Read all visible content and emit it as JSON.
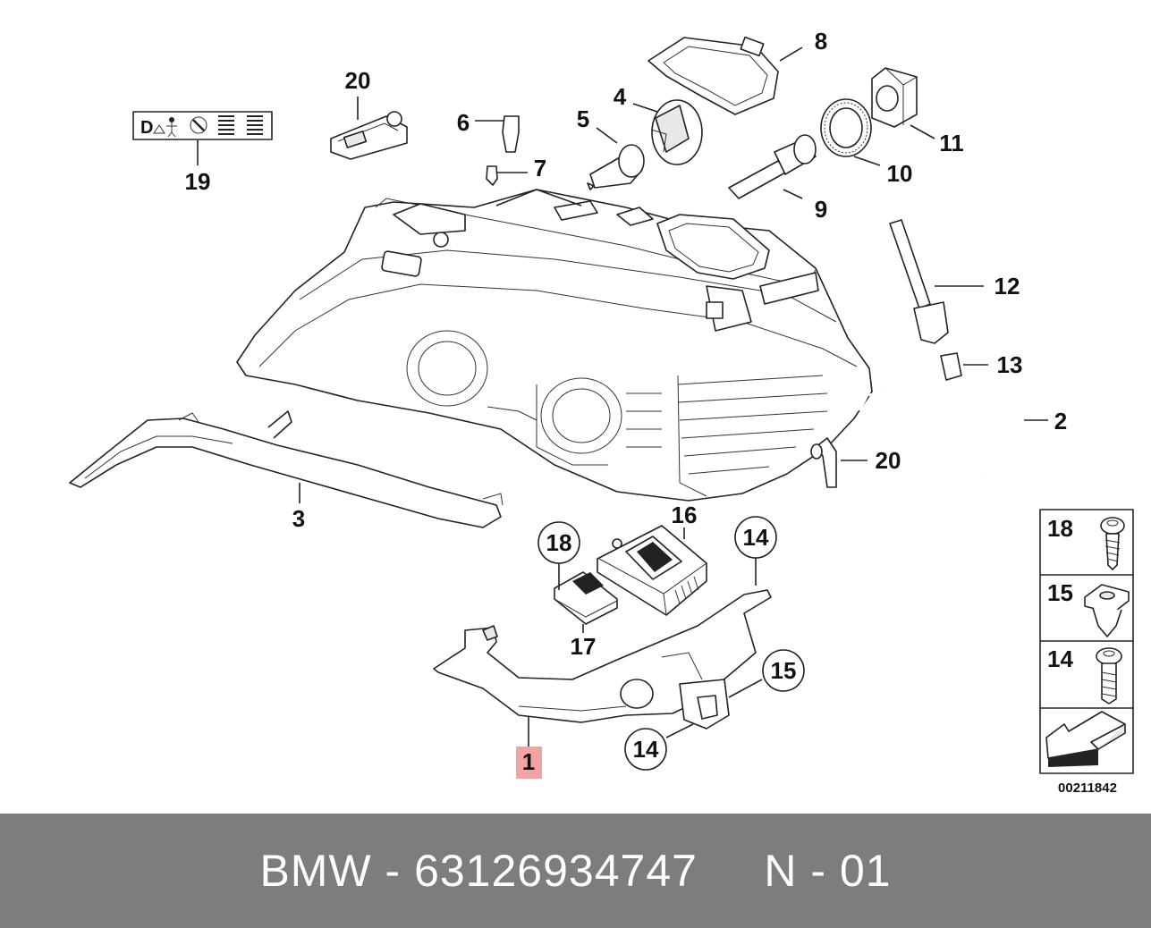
{
  "labels": {
    "l1": "1",
    "l2": "2",
    "l3": "3",
    "l4": "4",
    "l5": "5",
    "l6": "6",
    "l7": "7",
    "l8": "8",
    "l9": "9",
    "l10": "10",
    "l11": "11",
    "l12": "12",
    "l13": "13",
    "l14a": "14",
    "l14b": "14",
    "l15": "15",
    "l16": "16",
    "l17": "17",
    "l18": "18",
    "l19": "19",
    "l20a": "20",
    "l20b": "20"
  },
  "legend": {
    "i18": "18",
    "i15": "15",
    "i14": "14"
  },
  "warning_label": {
    "text": "D"
  },
  "diagram_number": "00211842",
  "footer": {
    "text": "BMW - 63126934747     N - 01"
  },
  "colors": {
    "highlight": "#f4a3a3",
    "footer_bg": "#7d7d7d",
    "footer_text": "#ffffff"
  },
  "icons": [
    "warning-sticker-icon",
    "ballast-icon",
    "bulb-icon",
    "screw-icon",
    "clip-nut-icon",
    "arrow-icon"
  ]
}
